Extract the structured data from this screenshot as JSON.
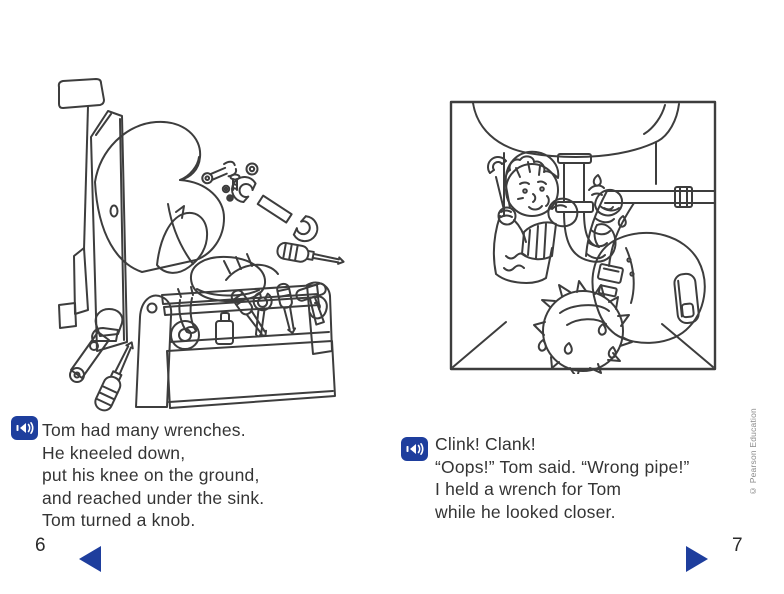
{
  "theme": {
    "accent_blue": "#1e3e9d",
    "ink": "#3d3d3d",
    "text_color": "#343434",
    "copyright_color": "#8a8a8a",
    "background": "#ffffff"
  },
  "icons": {
    "audio": "speaker-with-sound-waves",
    "previous": "left-filled-triangle",
    "next": "right-filled-triangle"
  },
  "left_page": {
    "page_number": "6",
    "text_lines": [
      "Tom had many wrenches.",
      "He kneeled down,",
      "put his knee on the ground,",
      "and reached under the sink.",
      "Tom turned a knob."
    ],
    "illustration_alt": "Tom kneels with his head inside the sink cabinet; wrenches, screws and an open toolbox lie on the floor."
  },
  "right_page": {
    "page_number": "7",
    "text_lines": [
      "Clink! Clank!",
      "“Oops!” Tom said. “Wrong pipe!”",
      "I held a wrench for Tom",
      "while he looked closer."
    ],
    "illustration_alt": "Under-sink view: a boy holds up a wrench while Tom, upside down, looks closely at the drain pipes."
  },
  "copyright_notice": "© Pearson Education"
}
